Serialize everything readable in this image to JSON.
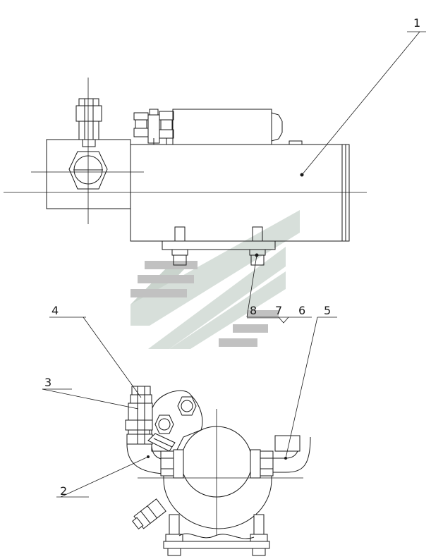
{
  "diagram": {
    "callouts": [
      {
        "id": "1",
        "text": "1"
      },
      {
        "id": "2",
        "text": "2"
      },
      {
        "id": "3",
        "text": "3"
      },
      {
        "id": "4",
        "text": "4"
      },
      {
        "id": "5",
        "text": "5"
      },
      {
        "id": "6",
        "text": "6"
      },
      {
        "id": "7",
        "text": "7"
      },
      {
        "id": "8",
        "text": "8"
      }
    ],
    "watermark": {
      "kind": "chevron-logo",
      "color": "#9fb1a6"
    }
  }
}
